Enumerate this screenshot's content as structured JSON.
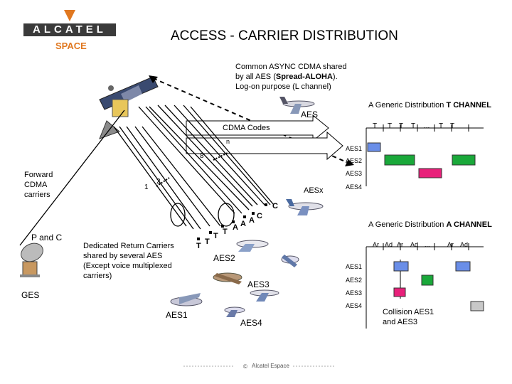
{
  "header": {
    "logo_text": "ALCATEL",
    "logo_sub": "SPACE",
    "title": "ACCESS - CARRIER DISTRIBUTION"
  },
  "colors": {
    "blue": "#6a8ee8",
    "green": "#1aa83a",
    "magenta": "#e8207a",
    "gray": "#c8c8c8",
    "logo_orange": "#e07820"
  },
  "notes": {
    "async_line1": "Common ASYNC CDMA shared",
    "async_line2_pre": "by all AES (",
    "async_line2_bold": "Spread-ALOHA",
    "async_line2_post": ").",
    "async_line3": "Log-on purpose (L channel)",
    "dedicated_line1": "Dedicated Return Carriers",
    "dedicated_line2": "shared by several AES",
    "dedicated_line3": "(Except voice multiplexed",
    "dedicated_line4": "carriers)"
  },
  "labels": {
    "aes_top": "AES",
    "cdma_codes": "CDMA Codes",
    "n": "n",
    "eight": "8",
    "two": "2",
    "one": "1",
    "forward_line1": "Forward",
    "forward_line2": "CDMA",
    "forward_line3": "carriers",
    "p_and_c": "P and C",
    "ges": "GES",
    "aesx": "AESx",
    "c_right": "C",
    "c_mid": "C",
    "aes1_plane": "AES1",
    "aes2_plane": "AES2",
    "aes3_plane": "AES3",
    "aes4_plane": "AES4"
  },
  "t_channel": {
    "title_pre": "A Generic Distribution ",
    "title_bold": "T CHANNEL",
    "slot_labels": [
      "T",
      "T",
      "T",
      "T",
      "...",
      "T",
      "T"
    ],
    "rows": [
      "AES1",
      "AES2",
      "AES3",
      "AES4"
    ]
  },
  "a_channel": {
    "title_pre": "A Generic Distribution ",
    "title_bold": "A CHANNEL",
    "slot_labels": [
      "Ar",
      "Ad",
      "Ar",
      "Ad",
      "...",
      "Ar",
      "Ad"
    ],
    "rows": [
      "AES1",
      "AES2",
      "AES3",
      "AES4"
    ],
    "collision_line1": "Collision AES1",
    "collision_line2": "and AES3"
  },
  "cone_letters": {
    "t1": "T",
    "t2": "T",
    "t3": "T",
    "t4": "T",
    "a1": "A",
    "a2": "A",
    "a3": "A"
  },
  "footer": {
    "center": "Alcatel Espace"
  }
}
